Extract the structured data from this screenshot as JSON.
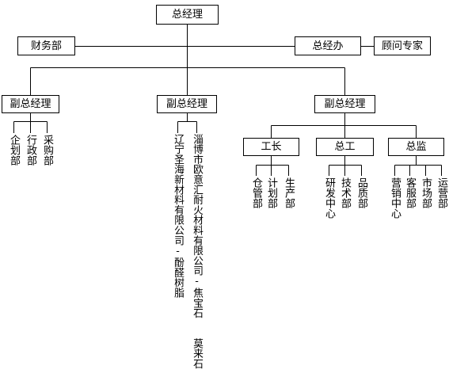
{
  "org": {
    "root": "总经理",
    "finance": "财务部",
    "office": "总经办",
    "advisor": "顾问专家",
    "vp1": {
      "title": "副总经理",
      "depts": [
        "企划部",
        "行政部",
        "采购部"
      ]
    },
    "vp2": {
      "title": "副总经理",
      "companies": [
        "辽宁圣海新材料有限公司-酚醛树脂",
        "淄博市欧意汇耐火材料有限公司-焦宝石",
        "莫来石"
      ]
    },
    "vp3": {
      "title": "副总经理",
      "factory": {
        "title": "工长",
        "depts": [
          "仓管部",
          "计划部",
          "生产部"
        ]
      },
      "engineer": {
        "title": "总工",
        "depts": [
          "研发中心",
          "技术部",
          "品质部"
        ]
      },
      "supervisor": {
        "title": "总监",
        "depts": [
          "营销中心",
          "客服部",
          "市场部",
          "运营部"
        ]
      }
    }
  },
  "style": {
    "line": "#000000",
    "box_border": "#000000",
    "background": "#ffffff"
  }
}
